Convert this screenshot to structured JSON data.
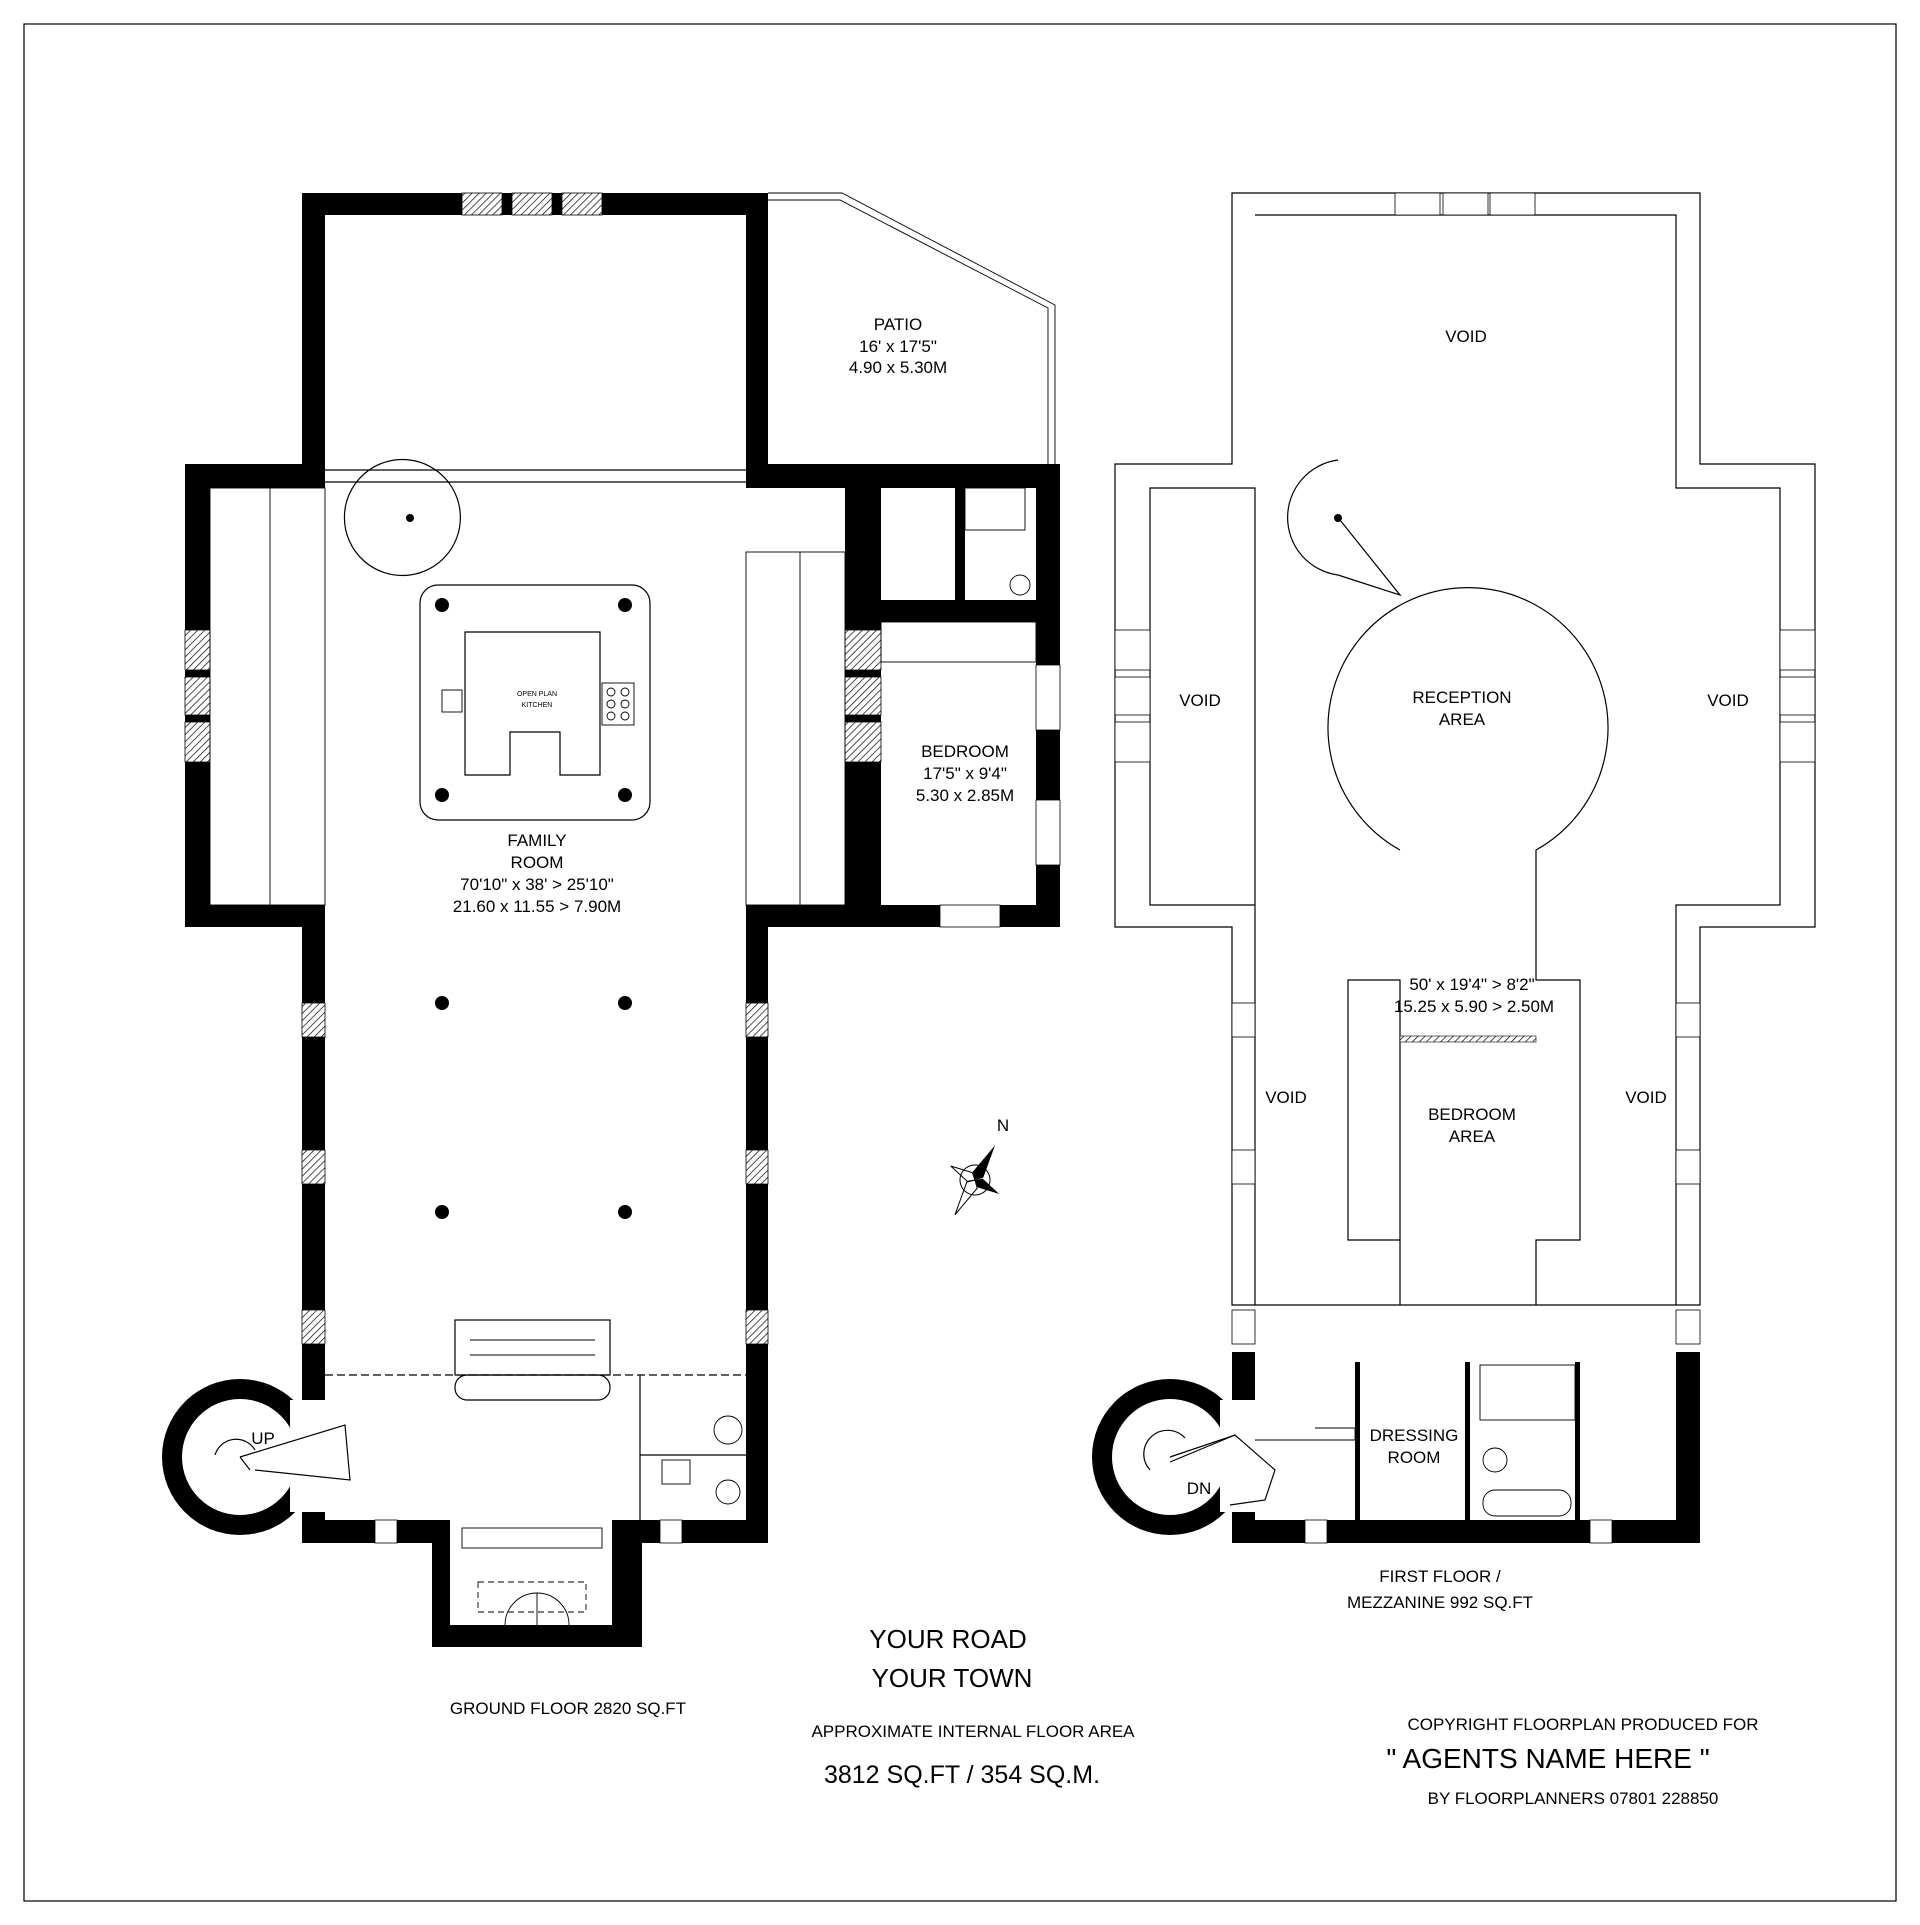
{
  "ground_floor": {
    "patio": {
      "name": "PATIO",
      "imperial": "16' x 17'5\"",
      "metric": "4.90 x 5.30M"
    },
    "kitchen": {
      "name_line1": "OPEN PLAN",
      "name_line2": "KITCHEN"
    },
    "family_room": {
      "name_line1": "FAMILY",
      "name_line2": "ROOM",
      "imperial": "70'10\" x 38' > 25'10\"",
      "metric": "21.60 x 11.55 > 7.90M"
    },
    "bedroom": {
      "name": "BEDROOM",
      "imperial": "17'5\" x 9'4\"",
      "metric": "5.30 x 2.85M"
    },
    "stair_label": "UP",
    "caption": "GROUND FLOOR 2820 SQ.FT"
  },
  "first_floor": {
    "void_label": "VOID",
    "reception": {
      "name_line1": "RECEPTION",
      "name_line2": "AREA"
    },
    "dimensions": {
      "imperial": "50' x 19'4\" > 8'2\"",
      "metric": "15.25 x 5.90 > 2.50M"
    },
    "bedroom_area": {
      "name_line1": "BEDROOM",
      "name_line2": "AREA"
    },
    "dressing_room": {
      "name_line1": "DRESSING",
      "name_line2": "ROOM"
    },
    "stair_label": "DN",
    "caption_line1": "FIRST FLOOR /",
    "caption_line2": "MEZZANINE 992 SQ.FT"
  },
  "compass": {
    "north_label": "N"
  },
  "address": {
    "line1": "YOUR ROAD",
    "line2": "YOUR TOWN"
  },
  "summary": {
    "label": "APPROXIMATE INTERNAL FLOOR AREA",
    "total": "3812 SQ.FT / 354 SQ.M."
  },
  "credits": {
    "line1": "COPYRIGHT FLOORPLAN PRODUCED FOR",
    "agent": "\" AGENTS NAME HERE \"",
    "line3": "BY FLOORPLANNERS 07801 228850"
  }
}
